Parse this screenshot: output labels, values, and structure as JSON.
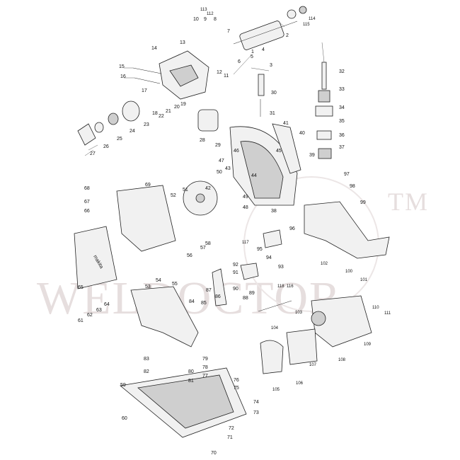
{
  "watermark": {
    "text": "WELDOCTOR",
    "trademark": "TM"
  },
  "diagram": {
    "brand_label": "makita",
    "callouts": [
      "1",
      "2",
      "3",
      "4",
      "5",
      "6",
      "7",
      "8",
      "9",
      "10",
      "11",
      "12",
      "13",
      "14",
      "15",
      "16",
      "17",
      "18",
      "19",
      "20",
      "21",
      "22",
      "23",
      "24",
      "25",
      "26",
      "27",
      "28",
      "29",
      "30",
      "31",
      "32",
      "33",
      "34",
      "35",
      "36",
      "37",
      "38",
      "39",
      "40",
      "41",
      "42",
      "43",
      "44",
      "45",
      "46",
      "47",
      "48",
      "49",
      "50",
      "51",
      "52",
      "53",
      "54",
      "55",
      "56",
      "57",
      "58",
      "59",
      "60",
      "61",
      "62",
      "63",
      "64",
      "65",
      "66",
      "67",
      "68",
      "69",
      "70",
      "71",
      "72",
      "73",
      "74",
      "75",
      "76",
      "77",
      "78",
      "79",
      "80",
      "81",
      "82",
      "83",
      "84",
      "85",
      "86",
      "87",
      "88",
      "89",
      "90",
      "91",
      "92",
      "93",
      "94",
      "95",
      "96",
      "97",
      "98",
      "99",
      "100",
      "101",
      "102",
      "103",
      "104",
      "105",
      "106",
      "107",
      "108",
      "109",
      "110",
      "111",
      "112",
      "113",
      "114",
      "115",
      "116",
      "117",
      "118"
    ]
  }
}
